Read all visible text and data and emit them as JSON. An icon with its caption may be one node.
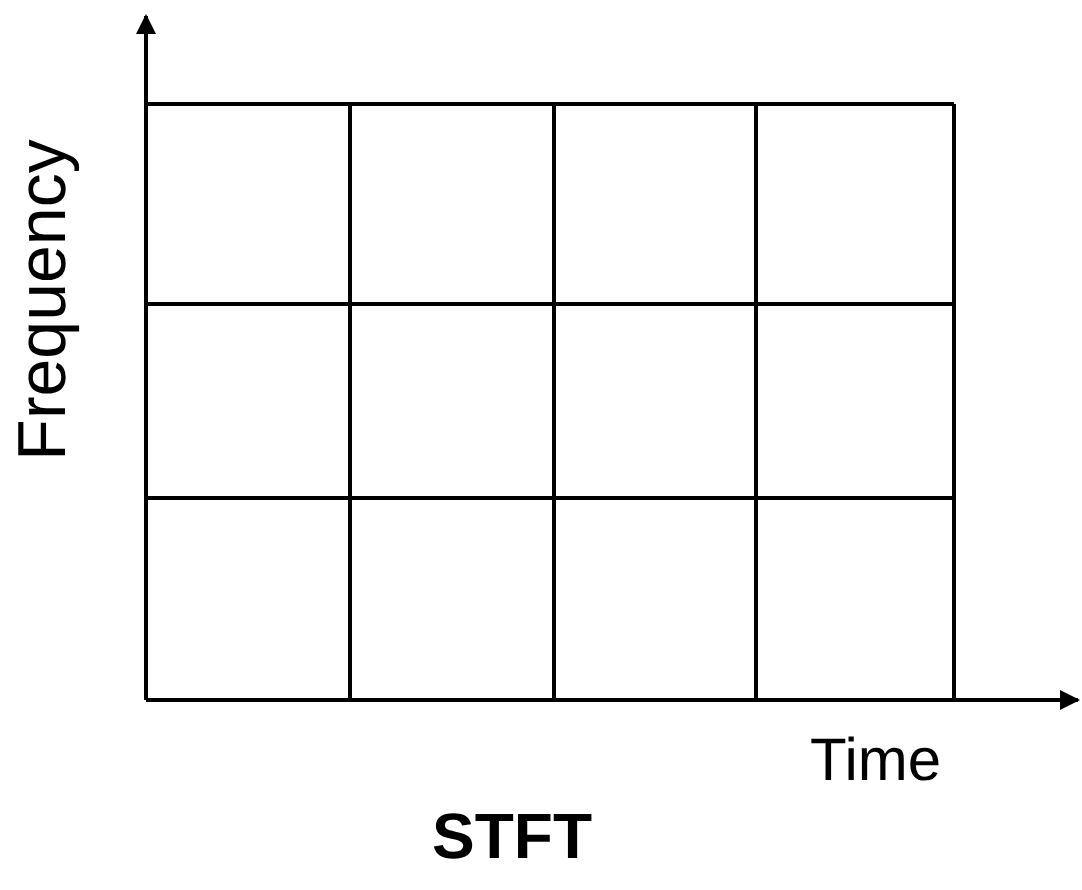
{
  "diagram": {
    "caption": "STFT",
    "labels": [
      "Frequency",
      "Time"
    ]
  }
}
